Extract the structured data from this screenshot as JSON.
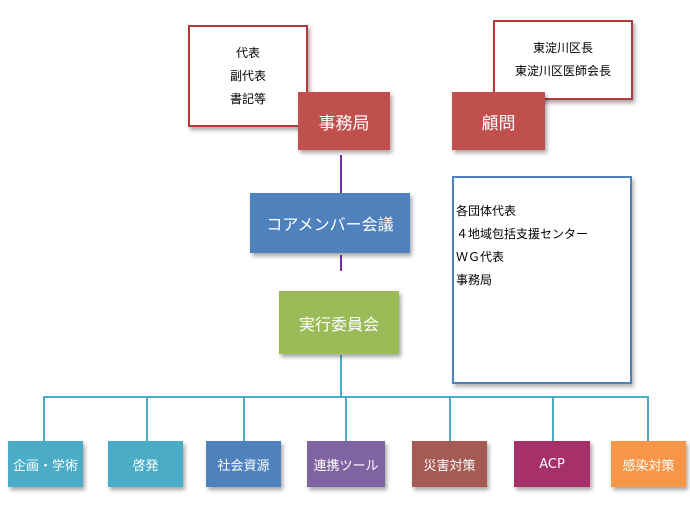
{
  "leadership_note": {
    "lines": [
      "代表",
      "副代表",
      "書記等"
    ]
  },
  "office": {
    "label": "事務局",
    "color": "#c0504d"
  },
  "advisor_note": {
    "lines": [
      "東淀川区長",
      "東淀川区医師会長"
    ]
  },
  "advisor": {
    "label": "顧問",
    "color": "#c0504d"
  },
  "core": {
    "label": "コアメンバー会議",
    "color": "#4f81bd"
  },
  "core_members": {
    "lines": [
      "各団体代表",
      "４地域包括支援センター",
      "ＷＧ代表",
      "事務局"
    ]
  },
  "committee": {
    "label": "実行委員会",
    "color": "#9bbb59"
  },
  "working_groups": [
    {
      "label": "企画・学術",
      "color": "#4aacc6"
    },
    {
      "label": "啓発",
      "color": "#4bacc6"
    },
    {
      "label": "社会資源",
      "color": "#4f81bd"
    },
    {
      "label": "連携ツール",
      "color": "#8064a2"
    },
    {
      "label": "災害対策",
      "color": "#a65a54"
    },
    {
      "label": "ACP",
      "color": "#a5306a"
    },
    {
      "label": "感染対策",
      "color": "#f79646"
    }
  ]
}
